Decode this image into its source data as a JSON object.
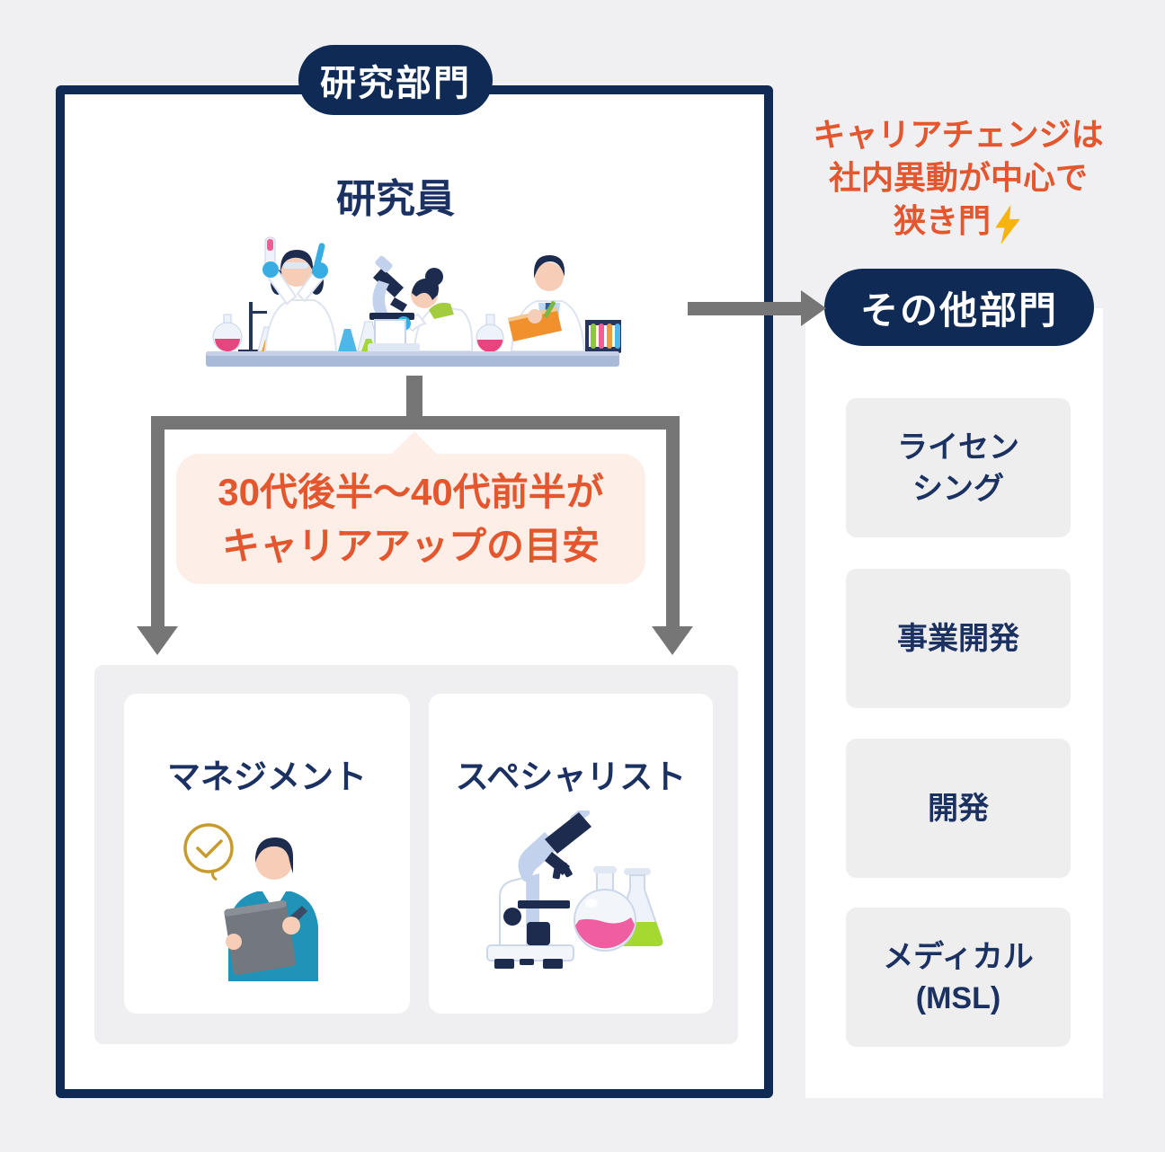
{
  "colors": {
    "navy": "#0f2a54",
    "navyText": "#1b3162",
    "orange": "#e4572e",
    "gray": "#767676",
    "pink": "#fdeee8",
    "panel": "#efeff1",
    "boxGray": "#eeeeef",
    "bg": "#f0f0f2",
    "gold": "#f6b40d"
  },
  "research_section": {
    "title": "研究部門",
    "role": "研究員",
    "illustration": "scientists-lab-illustration",
    "callout": "30代後半〜40代前半が\nキャリアアップの目安",
    "branches": [
      {
        "label": "マネジメント",
        "illustration": "manager-clipboard-illustration"
      },
      {
        "label": "スペシャリスト",
        "illustration": "microscope-flasks-illustration"
      }
    ]
  },
  "career_note": {
    "text": "キャリアチェンジは\n社内異動が中心で\n狭き門",
    "icon": "lightning"
  },
  "other_section": {
    "title": "その他部門",
    "items": [
      {
        "text": "ライセン\nシング"
      },
      {
        "text": "事業開発"
      },
      {
        "text": "開発"
      },
      {
        "text": "メディカル\n(MSL)"
      }
    ]
  }
}
